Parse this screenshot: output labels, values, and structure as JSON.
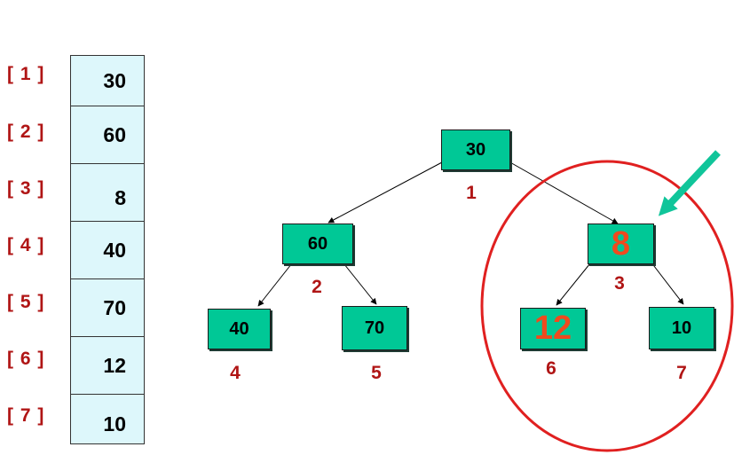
{
  "array": {
    "indices": [
      "[ 1 ]",
      "[ 2 ]",
      "[ 3 ]",
      "[ 4 ]",
      "[ 5 ]",
      "[ 6 ]",
      "[ 7 ]"
    ],
    "values": [
      "30",
      "60",
      "8",
      "40",
      "70",
      "12",
      "10"
    ]
  },
  "tree": {
    "nodes": [
      {
        "value": "30",
        "label": "1"
      },
      {
        "value": "60",
        "label": "2"
      },
      {
        "value": "8",
        "label": "3"
      },
      {
        "value": "40",
        "label": "4"
      },
      {
        "value": "70",
        "label": "5"
      },
      {
        "value": "12",
        "label": "6"
      },
      {
        "value": "10",
        "label": "7"
      }
    ]
  },
  "colors": {
    "node_fill": "#00c896",
    "array_fill": "#ddf7fb",
    "index_text": "#b01515",
    "highlight_text": "#f04a1e",
    "circle": "#e02020",
    "arrow": "#10c59a"
  }
}
